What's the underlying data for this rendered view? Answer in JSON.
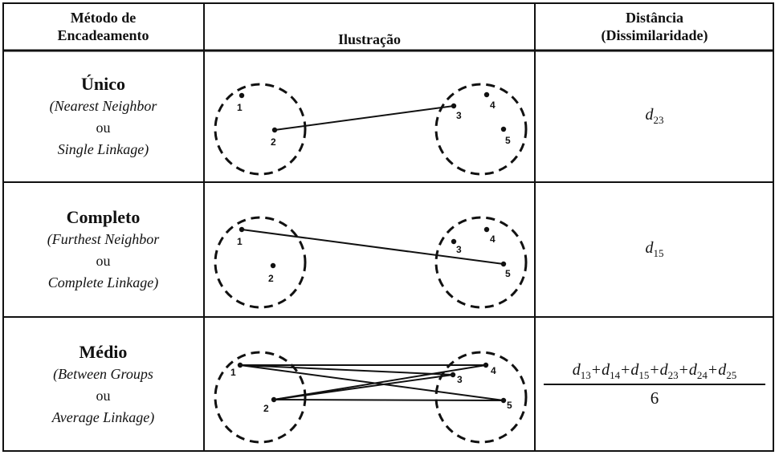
{
  "headers": {
    "method": [
      "Método de",
      "Encadeamento"
    ],
    "illustration": "Ilustração",
    "distance": [
      "Distância",
      "(Dissimilaridade)"
    ]
  },
  "rows": [
    {
      "name": "Único",
      "lines": [
        "(Nearest Neighbor",
        "ou",
        "Single Linkage)"
      ],
      "distance": {
        "symbol": "d",
        "subscript": "23"
      }
    },
    {
      "name": "Completo",
      "lines": [
        "(Furthest Neighbor",
        "ou",
        "Complete Linkage)"
      ],
      "distance": {
        "symbol": "d",
        "subscript": "15"
      }
    },
    {
      "name": "Médio",
      "lines": [
        "(Between Groups",
        "ou",
        "Average Linkage)"
      ],
      "distance": {
        "terms": [
          {
            "symbol": "d",
            "subscript": "13"
          },
          {
            "symbol": "d",
            "subscript": "14"
          },
          {
            "symbol": "d",
            "subscript": "15"
          },
          {
            "symbol": "d",
            "subscript": "23"
          },
          {
            "symbol": "d",
            "subscript": "24"
          },
          {
            "symbol": "d",
            "subscript": "25"
          }
        ],
        "operator": "+",
        "denominator": "6"
      }
    }
  ],
  "point_labels": [
    "1",
    "2",
    "3",
    "4",
    "5"
  ]
}
